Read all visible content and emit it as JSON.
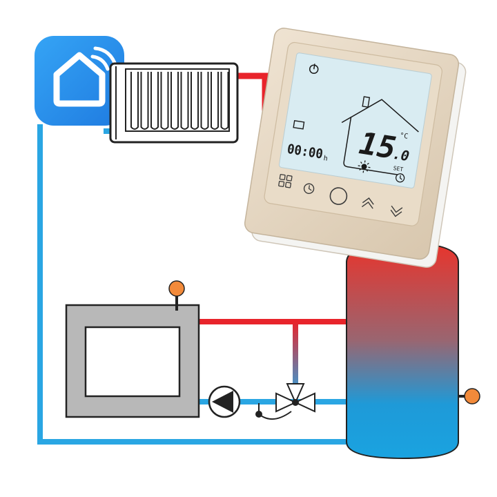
{
  "colors": {
    "hot_pipe": "#e8242b",
    "cold_pipe": "#2aa6e3",
    "boiler_body": "#b8b8b8",
    "sensor": "#f28a3a",
    "thermostat_frame": "#e6d8c4",
    "lcd_background": "#d9ecf2",
    "app_icon_background": "#2d8cf0"
  },
  "icons": {
    "app": "smart-home-house-wifi-icon",
    "radiator": "radiator-icon",
    "pump": "circulation-pump-icon",
    "valve": "three-way-mixing-valve-icon",
    "sensor": "temperature-sensor-icon"
  },
  "thermostat": {
    "timer": "00:00",
    "timer_unit": "h",
    "temperature": "15",
    "temperature_decimal": ".0",
    "unit": "°C",
    "set_label": "SET"
  }
}
